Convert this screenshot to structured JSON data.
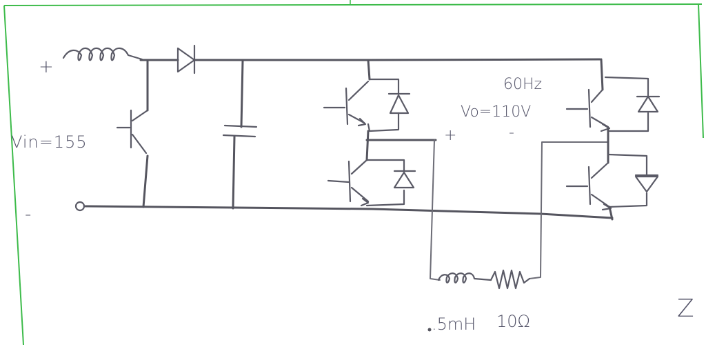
{
  "labels": {
    "plus_input": "+",
    "minus_input": "-",
    "vin": "Vin=155",
    "frequency": "60Hz",
    "vo": "Vo=110V",
    "plus_output": "+",
    "minus_output": "-",
    "inductance": ".5mH",
    "resistance": "10Ω",
    "corner_mark": "Z"
  },
  "colors": {
    "paper_border": "#3dbb4a",
    "pen": "#55555f"
  }
}
